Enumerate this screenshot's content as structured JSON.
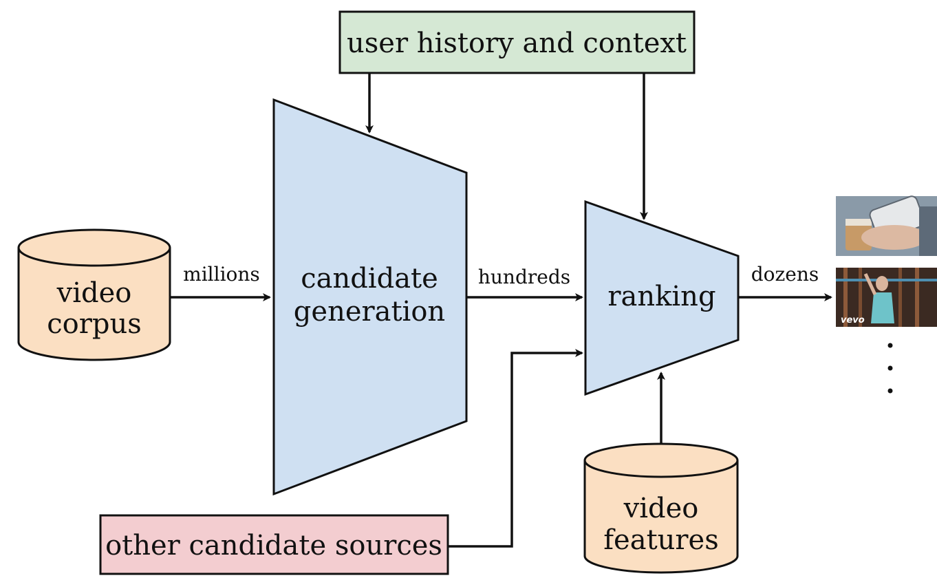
{
  "labels": {
    "user_history": "user history and context",
    "video_corpus_line1": "video",
    "video_corpus_line2": "corpus",
    "millions": "millions",
    "candidate_line1": "candidate",
    "candidate_line2": "generation",
    "hundreds": "hundreds",
    "ranking": "ranking",
    "dozens": "dozens",
    "other_sources": "other candidate sources",
    "video_features_line1": "video",
    "video_features_line2": "features",
    "thumbnail_brand": "vevo"
  },
  "colors": {
    "user_history_fill": "#d5e8d4",
    "candidate_fill": "#cfe0f2",
    "ranking_fill": "#cfe0f2",
    "cylinder_fill": "#fbdfc2",
    "other_sources_fill": "#f3cdd0",
    "stroke": "#111111"
  }
}
